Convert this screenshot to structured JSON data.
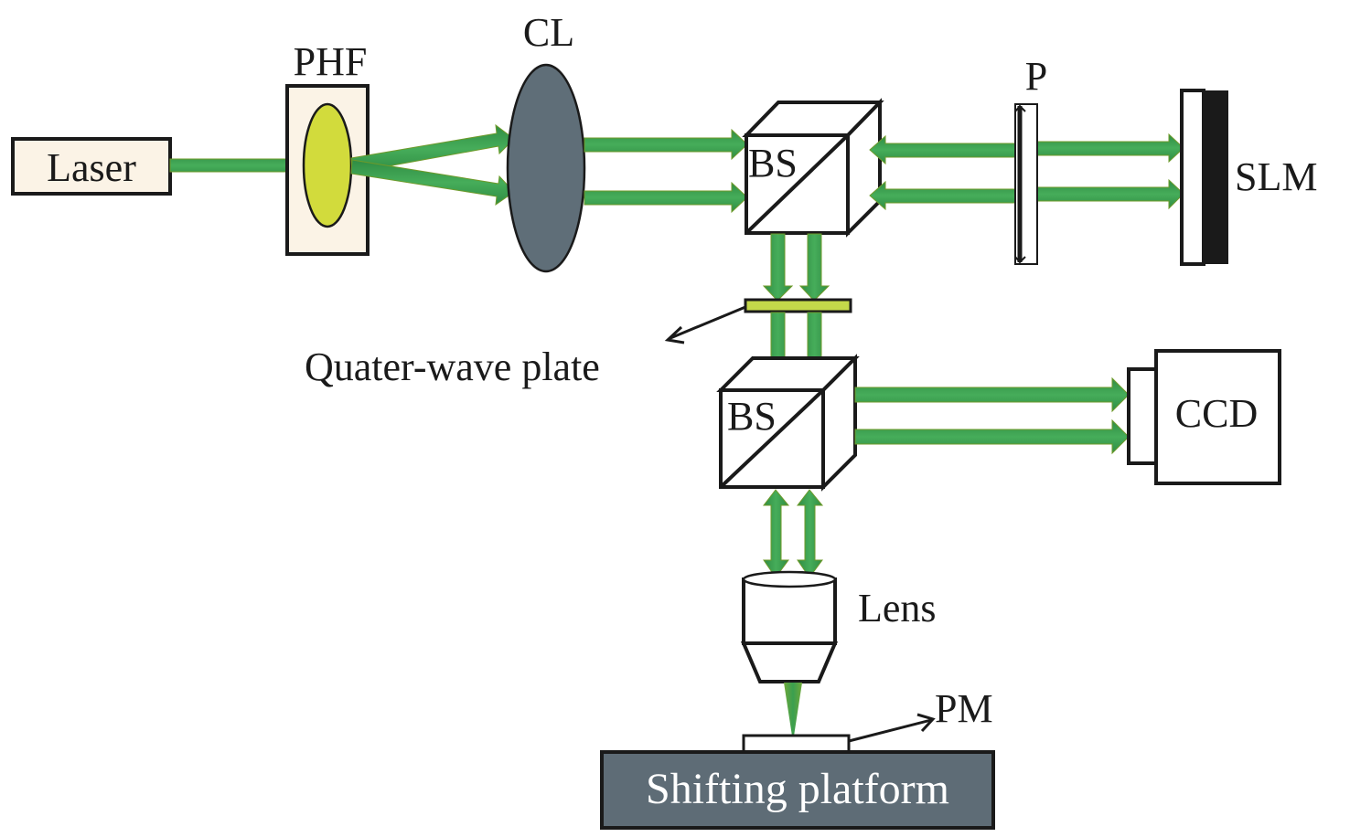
{
  "diagram": {
    "title": "Optical setup schematic",
    "colors": {
      "beam": "#3a9f4f",
      "beam_edge": "#6e9a2a",
      "laser_box_fill": "#fbf3e6",
      "phf_box_fill": "#fbf3e6",
      "phf_lens_fill": "#d2db3c",
      "cl_lens_fill": "#5f6e78",
      "qwp_fill": "#c4d84a",
      "platform_fill": "#5e6c76",
      "platform_text": "#ffffff",
      "outline": "#1a1a1a",
      "component_fill": "#ffffff"
    },
    "components": {
      "laser": {
        "label": "Laser"
      },
      "phf": {
        "label": "PHF"
      },
      "cl": {
        "label": "CL"
      },
      "bs_top": {
        "label": "BS"
      },
      "polarizer": {
        "label": "P"
      },
      "slm": {
        "label": "SLM"
      },
      "quarter_wave_plate": {
        "label": "Quater-wave plate"
      },
      "bs_bottom": {
        "label": "BS"
      },
      "ccd": {
        "label": "CCD"
      },
      "objective": {
        "label": "Lens"
      },
      "sample": {
        "label": "PM"
      },
      "platform": {
        "label": "Shifting platform"
      }
    },
    "beam_paths": [
      {
        "from": "Laser",
        "to": "PHF",
        "direction": "forward"
      },
      {
        "from": "PHF",
        "to": "CL",
        "direction": "forward",
        "count": 2
      },
      {
        "from": "CL",
        "to": "BS",
        "direction": "forward",
        "count": 2
      },
      {
        "from": "BS",
        "to": "SLM",
        "direction": "bidirectional",
        "via": "P",
        "count": 2
      },
      {
        "from": "BS",
        "to": "Quater-wave plate",
        "direction": "down",
        "count": 2
      },
      {
        "from": "Quater-wave plate",
        "to": "BS",
        "direction": "down",
        "count": 2
      },
      {
        "from": "BS",
        "to": "CCD",
        "direction": "forward",
        "count": 2
      },
      {
        "from": "BS",
        "to": "Lens",
        "direction": "bidirectional",
        "count": 2
      },
      {
        "from": "Lens",
        "to": "PM",
        "direction": "focus"
      }
    ]
  }
}
